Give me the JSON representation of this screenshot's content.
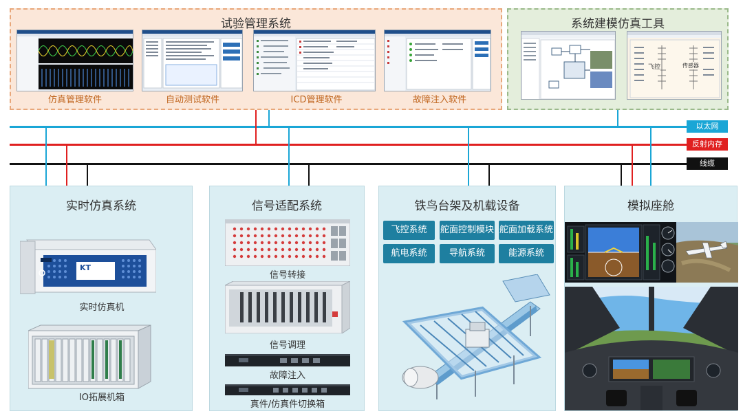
{
  "colors": {
    "ethernet": "#1aa6d6",
    "reflective_memory": "#e02020",
    "cable": "#111111",
    "subsystem_button": "#1e7fa0",
    "software_label": "#c0661f"
  },
  "test_management": {
    "title": "试验管理系统",
    "software": [
      {
        "label": "仿真管理软件"
      },
      {
        "label": "自动测试软件"
      },
      {
        "label": "ICD管理软件"
      },
      {
        "label": "故障注入软件"
      }
    ]
  },
  "modeling": {
    "title": "系统建模仿真工具",
    "screen_text": [
      "飞控",
      "传感器"
    ]
  },
  "buses": {
    "ethernet": "以太网",
    "reflective_memory": "反射内存",
    "cable": "线缆"
  },
  "realtime_sim": {
    "title": "实时仿真系统",
    "device1": "实时仿真机",
    "device2": "IO拓展机箱",
    "brand": "KT"
  },
  "signal_adapt": {
    "title": "信号适配系统",
    "devices": [
      "信号转接",
      "信号调理",
      "故障注入",
      "真件/仿真件切换箱"
    ]
  },
  "iron_bird": {
    "title": "铁鸟台架及机载设备",
    "systems": [
      "飞控系统",
      "舵面控制模块",
      "舵面加载系统",
      "航电系统",
      "导航系统",
      "能源系统"
    ]
  },
  "cockpit": {
    "title": "模拟座舱"
  }
}
